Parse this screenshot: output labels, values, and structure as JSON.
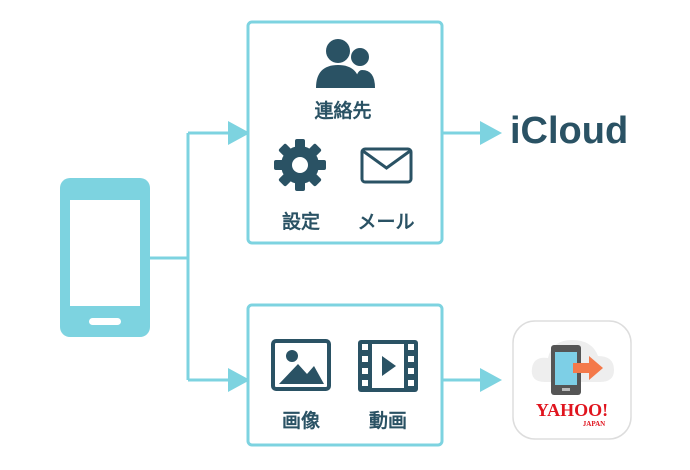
{
  "colors": {
    "accent": "#7dd3e0",
    "dark": "#2a5264",
    "orange": "#f4794a",
    "yahoo_red": "#e0141e"
  },
  "box_top": {
    "items": [
      {
        "icon": "contacts-icon",
        "label": "連絡先"
      },
      {
        "icon": "gear-icon",
        "label": "設定"
      },
      {
        "icon": "mail-icon",
        "label": "メール"
      }
    ]
  },
  "box_bottom": {
    "items": [
      {
        "icon": "image-icon",
        "label": "画像"
      },
      {
        "icon": "video-icon",
        "label": "動画"
      }
    ]
  },
  "destinations": {
    "top": "iCloud",
    "bottom_logo": "YAHOO! JAPAN"
  }
}
